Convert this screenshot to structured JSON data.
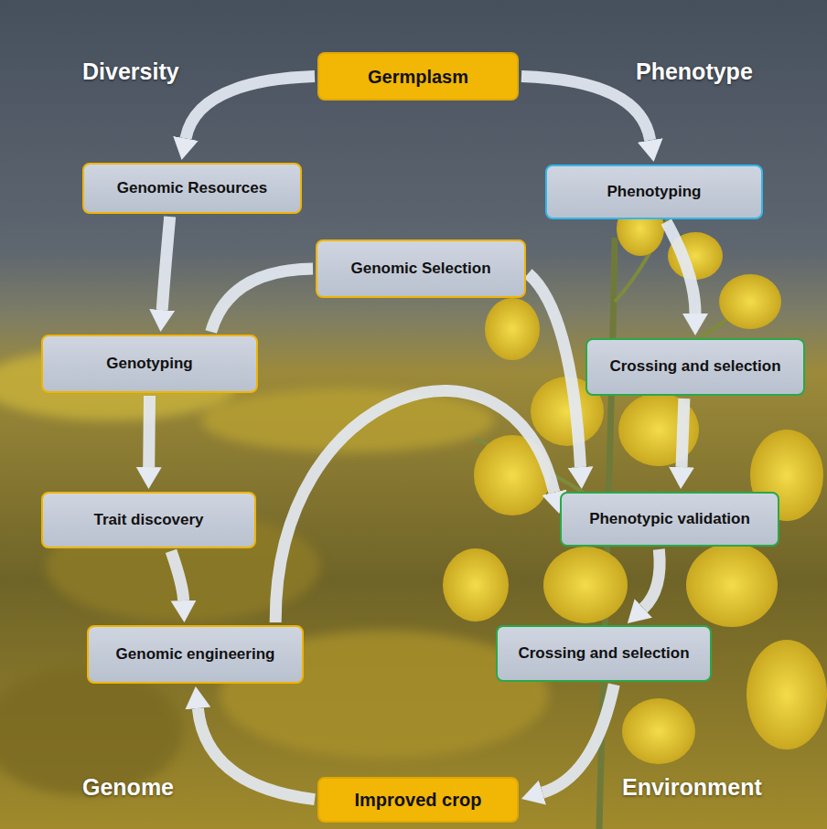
{
  "diagram": {
    "nodes": [
      {
        "text": [
          "Germplasm"
        ]
      },
      {
        "text": [
          "Genomic Resources"
        ]
      },
      {
        "text": [
          "Phenotyping"
        ]
      },
      {
        "text": [
          "Genomic Selection"
        ]
      },
      {
        "text": [
          "Genotyping"
        ]
      },
      {
        "text": [
          "Crossing and selection"
        ]
      },
      {
        "text": [
          "Trait discovery"
        ]
      },
      {
        "text": [
          "Phenotypic validation"
        ]
      },
      {
        "text": [
          "Genomic engineering"
        ]
      },
      {
        "text": [
          "Crossing and selection"
        ]
      },
      {
        "text": [
          "Improved crop"
        ]
      }
    ],
    "edges": [
      {
        "from": 0,
        "to": 1,
        "arrow": "to"
      },
      {
        "from": 0,
        "to": 2,
        "arrow": "to"
      },
      {
        "from": 1,
        "to": 4,
        "arrow": "to"
      },
      {
        "from": 4,
        "to": 6,
        "arrow": "to"
      },
      {
        "from": 6,
        "to": 8,
        "arrow": "to"
      },
      {
        "from": 2,
        "to": 5,
        "arrow": "to"
      },
      {
        "from": 5,
        "to": 7,
        "arrow": "to"
      },
      {
        "from": 7,
        "to": 9,
        "arrow": "to"
      },
      {
        "from": 9,
        "to": 10,
        "arrow": "to"
      },
      {
        "from": 10,
        "to": 8,
        "arrow": "to"
      },
      {
        "from": 4,
        "to": 3,
        "arrow": "none"
      },
      {
        "from": 3,
        "to": 7,
        "arrow": "to"
      },
      {
        "from": 8,
        "to": 7,
        "arrow": "to"
      }
    ],
    "labels": [
      "Diversity",
      "Phenotype",
      "Genome",
      "Environment"
    ]
  }
}
